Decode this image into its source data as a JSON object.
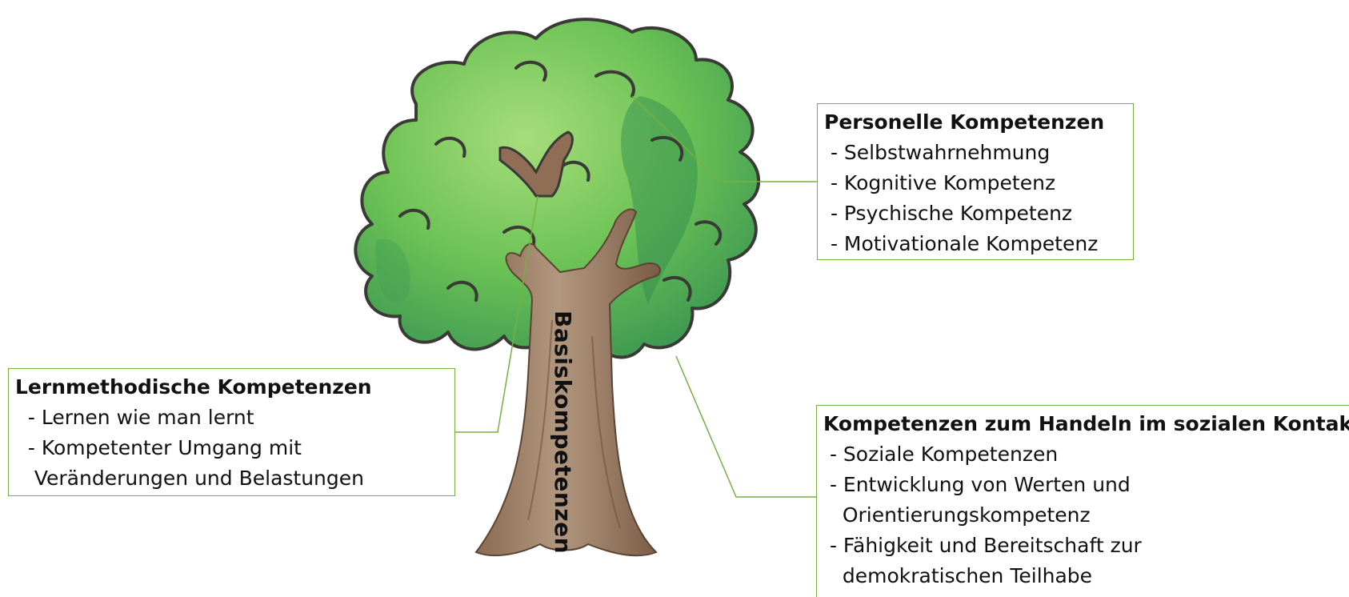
{
  "trunk_label": "Basiskompetenzen",
  "boxes": {
    "personal": {
      "title": "Personelle Kompetenzen",
      "items": [
        " - Selbstwahrnehmung",
        " - Kognitive Kompetenz",
        " - Psychische Kompetenz",
        " - Motivationale Kompetenz"
      ]
    },
    "learning": {
      "title": "Lernmethodische Kompetenzen",
      "items": [
        "  - Lernen wie man lernt",
        "  - Kompetenter Umgang mit",
        "   Veränderungen und Belastungen"
      ]
    },
    "social": {
      "title": "Kompetenzen zum Handeln im sozialen Kontakt",
      "items": [
        " - Soziale Kompetenzen",
        " - Entwicklung von Werten und",
        "   Orientierungskompetenz",
        " - Fähigkeit und Bereitschaft zur",
        "   demokratischen Teilhabe"
      ]
    }
  },
  "colors": {
    "connector": "#76b041",
    "foliage_light": "#8fd16a",
    "foliage_mid": "#5fb84a",
    "foliage_dark": "#2f8a4e",
    "outline": "#3a3a36",
    "bark": "#9a7b62",
    "bark_dark": "#6b5240"
  }
}
